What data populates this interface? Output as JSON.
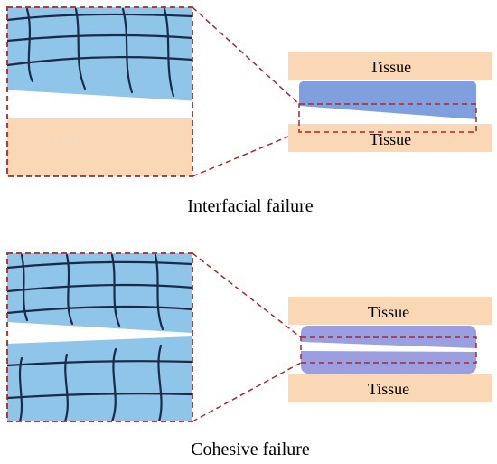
{
  "panels": [
    {
      "id": "interfacial",
      "tissue_top": "Tissue",
      "tissue_bottom": "Tissue",
      "caption": "Interfacial failure"
    },
    {
      "id": "cohesive",
      "tissue_top": "Tissue",
      "tissue_bottom": "Tissue",
      "caption": "Cohesive failure"
    }
  ],
  "colors": {
    "tissue": "#fad7b5",
    "hydrogel_light": "#8ec5e8",
    "hydrogel_dark": "#7f9fde",
    "network_line": "#1a2b4a",
    "dashed_box": "#a52a2a"
  }
}
